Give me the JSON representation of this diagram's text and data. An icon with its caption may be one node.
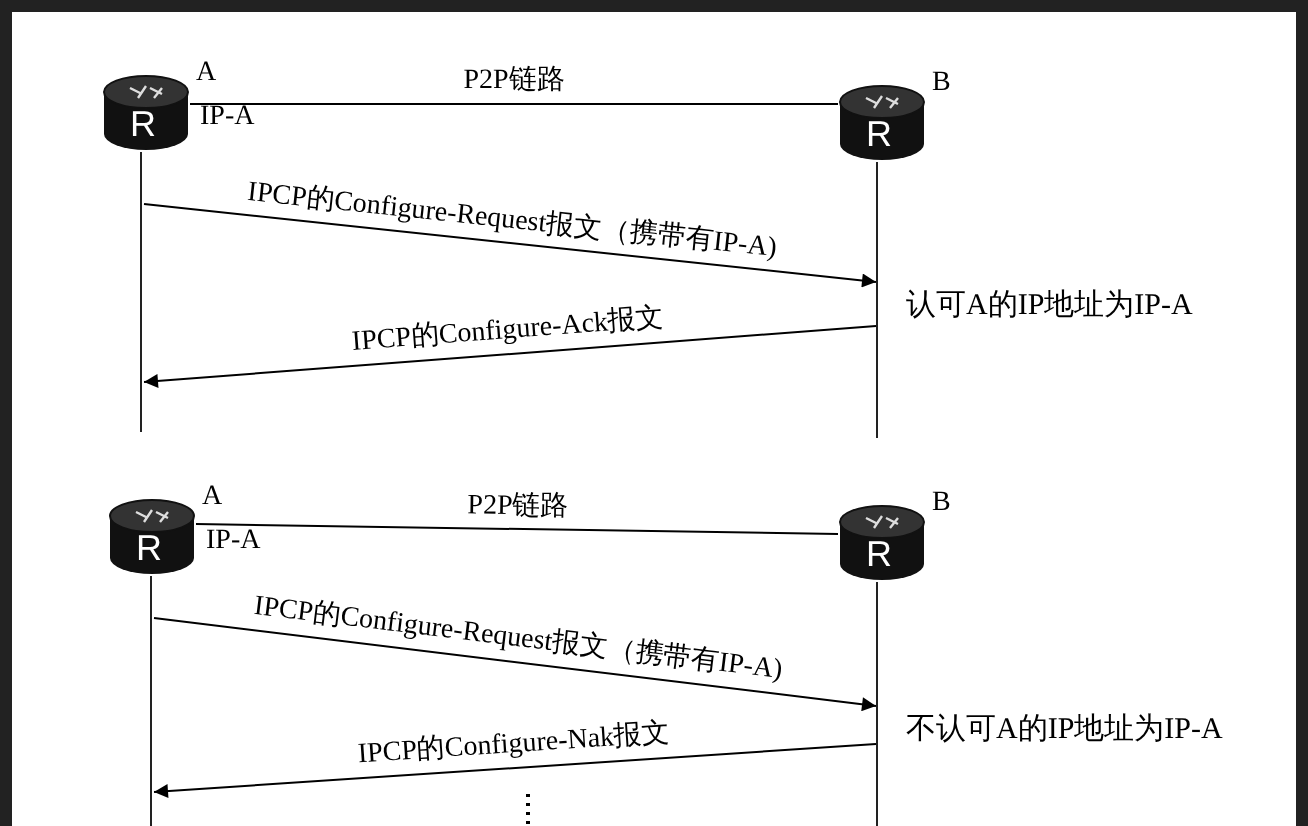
{
  "diagram": {
    "nodes": [
      {
        "text": [
          "R"
        ],
        "beside": [
          "A",
          "IP-A"
        ]
      },
      {
        "text": [
          "R"
        ],
        "beside": [
          "B"
        ]
      },
      {
        "text": [],
        "shape": "bar"
      },
      {
        "text": [],
        "shape": "bar"
      },
      {
        "text": [
          "R"
        ],
        "beside": [
          "A",
          "IP-A"
        ]
      },
      {
        "text": [
          "R"
        ],
        "beside": [
          "B"
        ]
      },
      {
        "text": [],
        "shape": "bar"
      },
      {
        "text": [],
        "shape": "bar"
      }
    ],
    "edges": [
      {
        "from": 0,
        "to": 1,
        "arrow": "none",
        "label": "P2P链路"
      },
      {
        "from": 2,
        "to": 3,
        "arrow": "to",
        "label": "IPCP的Configure-Request报文（携带有IP-A)"
      },
      {
        "from": 3,
        "to": 2,
        "arrow": "to",
        "label": "IPCP的Configure-Ack报文"
      },
      {
        "from": 4,
        "to": 5,
        "arrow": "none",
        "label": "P2P链路"
      },
      {
        "from": 6,
        "to": 7,
        "arrow": "to",
        "label": "IPCP的Configure-Request报文（携带有IP-A)"
      },
      {
        "from": 7,
        "to": 6,
        "arrow": "to",
        "label": "IPCP的Configure-Nak报文"
      }
    ],
    "labels": [
      "认可A的IP地址为IP-A",
      "不认可A的IP地址为IP-A"
    ]
  }
}
